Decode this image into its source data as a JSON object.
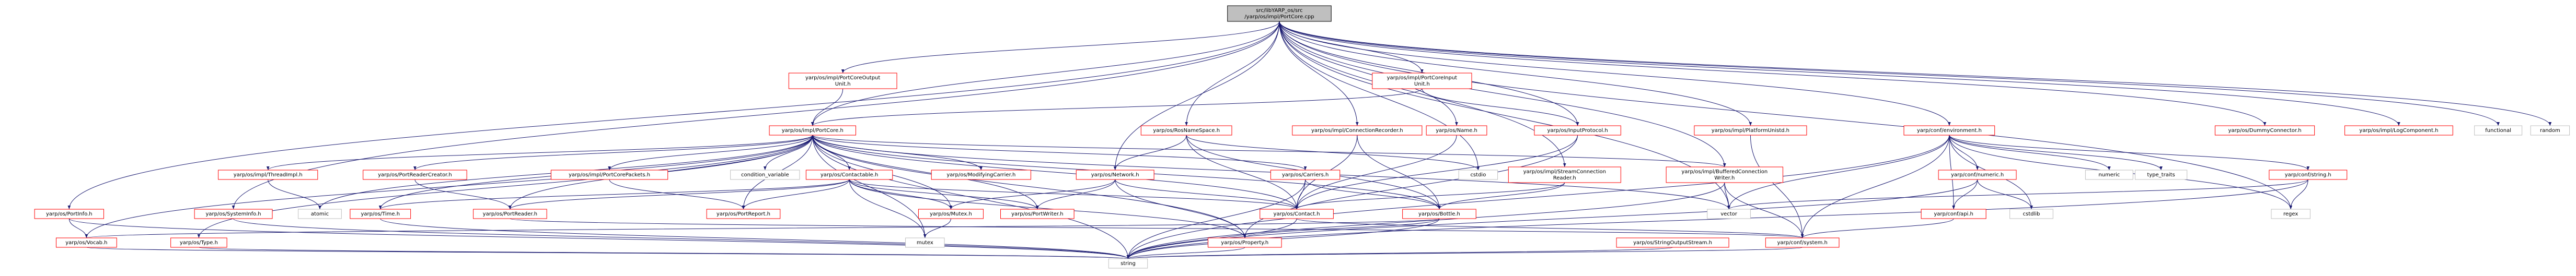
{
  "diagram": {
    "title": "",
    "nodes": [
      {
        "id": "root",
        "lines": [
          "src/libYARP_os/src",
          "/yarp/os/impl/PortCore.cpp"
        ],
        "style": "root"
      },
      {
        "id": "corePortOutputUnit",
        "lines": [
          "yarp/os/impl/PortCoreOutput",
          "Unit.h"
        ],
        "style": "linked"
      },
      {
        "id": "corePortInputUnit",
        "lines": [
          "yarp/os/impl/PortCoreInput",
          "Unit.h"
        ],
        "style": "linked"
      },
      {
        "id": "portCore",
        "lines": [
          "yarp/os/impl/PortCore.h"
        ],
        "style": "linked"
      },
      {
        "id": "rosNameSpace",
        "lines": [
          "yarp/os/RosNameSpace.h"
        ],
        "style": "linked"
      },
      {
        "id": "connectionRecorder",
        "lines": [
          "yarp/os/impl/ConnectionRecorder.h"
        ],
        "style": "linked"
      },
      {
        "id": "name",
        "lines": [
          "yarp/os/Name.h"
        ],
        "style": "linked"
      },
      {
        "id": "inputProtocol",
        "lines": [
          "yarp/os/InputProtocol.h"
        ],
        "style": "linked"
      },
      {
        "id": "platformUnistd",
        "lines": [
          "yarp/os/impl/PlatformUnistd.h"
        ],
        "style": "linked"
      },
      {
        "id": "environment",
        "lines": [
          "yarp/conf/environment.h"
        ],
        "style": "linked"
      },
      {
        "id": "dummyConnector",
        "lines": [
          "yarp/os/DummyConnector.h"
        ],
        "style": "linked"
      },
      {
        "id": "logComponent",
        "lines": [
          "yarp/os/impl/LogComponent.h"
        ],
        "style": "linked"
      },
      {
        "id": "functional",
        "lines": [
          "functional"
        ],
        "style": "plain"
      },
      {
        "id": "random",
        "lines": [
          "random"
        ],
        "style": "plain"
      },
      {
        "id": "threadImpl",
        "lines": [
          "yarp/os/impl/ThreadImpl.h"
        ],
        "style": "linked"
      },
      {
        "id": "portReaderCreator",
        "lines": [
          "yarp/os/PortReaderCreator.h"
        ],
        "style": "linked"
      },
      {
        "id": "portCorePackets",
        "lines": [
          "yarp/os/impl/PortCorePackets.h"
        ],
        "style": "linked"
      },
      {
        "id": "conditionVariable",
        "lines": [
          "condition_variable"
        ],
        "style": "plain"
      },
      {
        "id": "contactable",
        "lines": [
          "yarp/os/Contactable.h"
        ],
        "style": "linked"
      },
      {
        "id": "modifyingCarrier",
        "lines": [
          "yarp/os/ModifyingCarrier.h"
        ],
        "style": "linked"
      },
      {
        "id": "network",
        "lines": [
          "yarp/os/Network.h"
        ],
        "style": "linked"
      },
      {
        "id": "carriers",
        "lines": [
          "yarp/os/Carriers.h"
        ],
        "style": "linked"
      },
      {
        "id": "cstdio",
        "lines": [
          "cstdio"
        ],
        "style": "plain"
      },
      {
        "id": "streamConnectionReader",
        "lines": [
          "yarp/os/impl/StreamConnection",
          "Reader.h"
        ],
        "style": "linked"
      },
      {
        "id": "bufferedConnectionWriter",
        "lines": [
          "yarp/os/impl/BufferedConnection",
          "Writer.h"
        ],
        "style": "linked"
      },
      {
        "id": "numeric",
        "lines": [
          "yarp/conf/numeric.h"
        ],
        "style": "linked"
      },
      {
        "id": "numericStd",
        "lines": [
          "numeric"
        ],
        "style": "plain"
      },
      {
        "id": "typeTraits",
        "lines": [
          "type_traits"
        ],
        "style": "plain"
      },
      {
        "id": "confString",
        "lines": [
          "yarp/conf/string.h"
        ],
        "style": "linked"
      },
      {
        "id": "portInfo",
        "lines": [
          "yarp/os/PortInfo.h"
        ],
        "style": "linked"
      },
      {
        "id": "systemInfo",
        "lines": [
          "yarp/os/SystemInfo.h"
        ],
        "style": "linked"
      },
      {
        "id": "atomic",
        "lines": [
          "atomic"
        ],
        "style": "plain"
      },
      {
        "id": "timeH",
        "lines": [
          "yarp/os/Time.h"
        ],
        "style": "linked"
      },
      {
        "id": "portReader",
        "lines": [
          "yarp/os/PortReader.h"
        ],
        "style": "linked"
      },
      {
        "id": "portReport",
        "lines": [
          "yarp/os/PortReport.h"
        ],
        "style": "linked"
      },
      {
        "id": "mutex",
        "lines": [
          "yarp/os/Mutex.h"
        ],
        "style": "linked"
      },
      {
        "id": "portWriter",
        "lines": [
          "yarp/os/PortWriter.h"
        ],
        "style": "linked"
      },
      {
        "id": "contact",
        "lines": [
          "yarp/os/Contact.h"
        ],
        "style": "linked"
      },
      {
        "id": "bottle",
        "lines": [
          "yarp/os/Bottle.h"
        ],
        "style": "linked"
      },
      {
        "id": "vector",
        "lines": [
          "vector"
        ],
        "style": "plain"
      },
      {
        "id": "confApi",
        "lines": [
          "yarp/conf/api.h"
        ],
        "style": "linked"
      },
      {
        "id": "cstdlib",
        "lines": [
          "cstdlib"
        ],
        "style": "plain"
      },
      {
        "id": "regex",
        "lines": [
          "regex"
        ],
        "style": "plain"
      },
      {
        "id": "vocab",
        "lines": [
          "yarp/os/Vocab.h"
        ],
        "style": "linked"
      },
      {
        "id": "typeH",
        "lines": [
          "yarp/os/Type.h"
        ],
        "style": "linked"
      },
      {
        "id": "property",
        "lines": [
          "yarp/os/Property.h"
        ],
        "style": "linked"
      },
      {
        "id": "stringOutputStream",
        "lines": [
          "yarp/os/StringOutputStream.h"
        ],
        "style": "linked"
      },
      {
        "id": "confSystem",
        "lines": [
          "yarp/conf/system.h"
        ],
        "style": "linked"
      },
      {
        "id": "mutexStd",
        "lines": [
          "mutex"
        ],
        "style": "plain"
      },
      {
        "id": "string",
        "lines": [
          "string"
        ],
        "style": "plain"
      }
    ],
    "edges": [
      [
        "root",
        "corePortOutputUnit"
      ],
      [
        "root",
        "corePortInputUnit"
      ],
      [
        "root",
        "portCore"
      ],
      [
        "root",
        "rosNameSpace"
      ],
      [
        "root",
        "connectionRecorder"
      ],
      [
        "root",
        "name"
      ],
      [
        "root",
        "inputProtocol"
      ],
      [
        "root",
        "platformUnistd"
      ],
      [
        "root",
        "environment"
      ],
      [
        "root",
        "dummyConnector"
      ],
      [
        "root",
        "logComponent"
      ],
      [
        "root",
        "functional"
      ],
      [
        "root",
        "random"
      ],
      [
        "root",
        "portInfo"
      ],
      [
        "root",
        "systemInfo"
      ],
      [
        "root",
        "network"
      ],
      [
        "root",
        "bufferedConnectionWriter"
      ],
      [
        "root",
        "streamConnectionReader"
      ],
      [
        "root",
        "cstdio"
      ],
      [
        "root",
        "regex"
      ],
      [
        "root",
        "vector"
      ],
      [
        "corePortOutputUnit",
        "portCore"
      ],
      [
        "corePortInputUnit",
        "portCore"
      ],
      [
        "corePortInputUnit",
        "inputProtocol"
      ],
      [
        "portCore",
        "threadImpl"
      ],
      [
        "portCore",
        "portReaderCreator"
      ],
      [
        "portCore",
        "portCorePackets"
      ],
      [
        "portCore",
        "conditionVariable"
      ],
      [
        "portCore",
        "contactable"
      ],
      [
        "portCore",
        "modifyingCarrier"
      ],
      [
        "portCore",
        "atomic"
      ],
      [
        "portCore",
        "timeH"
      ],
      [
        "portCore",
        "portReader"
      ],
      [
        "portCore",
        "portReport"
      ],
      [
        "portCore",
        "mutex"
      ],
      [
        "portCore",
        "portWriter"
      ],
      [
        "portCore",
        "contact"
      ],
      [
        "portCore",
        "bottle"
      ],
      [
        "portCore",
        "vector"
      ],
      [
        "portCore",
        "vocab"
      ],
      [
        "portCore",
        "typeH"
      ],
      [
        "portCore",
        "property"
      ],
      [
        "portCore",
        "mutexStd"
      ],
      [
        "portCore",
        "string"
      ],
      [
        "portCore",
        "bufferedConnectionWriter"
      ],
      [
        "portCore",
        "carriers"
      ],
      [
        "rosNameSpace",
        "network"
      ],
      [
        "rosNameSpace",
        "cstdio"
      ],
      [
        "rosNameSpace",
        "contact"
      ],
      [
        "rosNameSpace",
        "bottle"
      ],
      [
        "connectionRecorder",
        "bottle"
      ],
      [
        "connectionRecorder",
        "contact"
      ],
      [
        "name",
        "contact"
      ],
      [
        "inputProtocol",
        "contact"
      ],
      [
        "inputProtocol",
        "property"
      ],
      [
        "platformUnistd",
        "confSystem"
      ],
      [
        "environment",
        "numeric"
      ],
      [
        "environment",
        "numericStd"
      ],
      [
        "environment",
        "typeTraits"
      ],
      [
        "environment",
        "confString"
      ],
      [
        "environment",
        "vector"
      ],
      [
        "environment",
        "confApi"
      ],
      [
        "environment",
        "cstdlib"
      ],
      [
        "environment",
        "string"
      ],
      [
        "environment",
        "regex"
      ],
      [
        "environment",
        "confSystem"
      ],
      [
        "threadImpl",
        "atomic"
      ],
      [
        "portReaderCreator",
        "portReader"
      ],
      [
        "portCorePackets",
        "portReport"
      ],
      [
        "contactable",
        "timeH"
      ],
      [
        "contactable",
        "portReader"
      ],
      [
        "contactable",
        "portReport"
      ],
      [
        "contactable",
        "mutex"
      ],
      [
        "contactable",
        "portWriter"
      ],
      [
        "contactable",
        "contact"
      ],
      [
        "contactable",
        "property"
      ],
      [
        "contactable",
        "mutexStd"
      ],
      [
        "network",
        "contact"
      ],
      [
        "network",
        "property"
      ],
      [
        "network",
        "portWriter"
      ],
      [
        "network",
        "mutex"
      ],
      [
        "carriers",
        "contact"
      ],
      [
        "carriers",
        "bottle"
      ],
      [
        "carriers",
        "string"
      ],
      [
        "streamConnectionReader",
        "bottle"
      ],
      [
        "streamConnectionReader",
        "contact"
      ],
      [
        "bufferedConnectionWriter",
        "vector"
      ],
      [
        "bufferedConnectionWriter",
        "confSystem"
      ],
      [
        "bufferedConnectionWriter",
        "string"
      ],
      [
        "numeric",
        "confApi"
      ],
      [
        "numeric",
        "cstdlib"
      ],
      [
        "numeric",
        "string"
      ],
      [
        "confString",
        "vector"
      ],
      [
        "confString",
        "regex"
      ],
      [
        "confString",
        "string"
      ],
      [
        "portInfo",
        "vocab"
      ],
      [
        "portInfo",
        "string"
      ],
      [
        "systemInfo",
        "string"
      ],
      [
        "timeH",
        "string"
      ],
      [
        "portReader",
        "confSystem"
      ],
      [
        "mutex",
        "mutexStd"
      ],
      [
        "contact",
        "string"
      ],
      [
        "contact",
        "confSystem"
      ],
      [
        "bottle",
        "property"
      ],
      [
        "bottle",
        "string"
      ],
      [
        "bottle",
        "vocab"
      ],
      [
        "confApi",
        "confSystem"
      ],
      [
        "vocab",
        "string"
      ],
      [
        "typeH",
        "string"
      ],
      [
        "property",
        "string"
      ],
      [
        "stringOutputStream",
        "string"
      ],
      [
        "confSystem",
        "string"
      ]
    ]
  }
}
